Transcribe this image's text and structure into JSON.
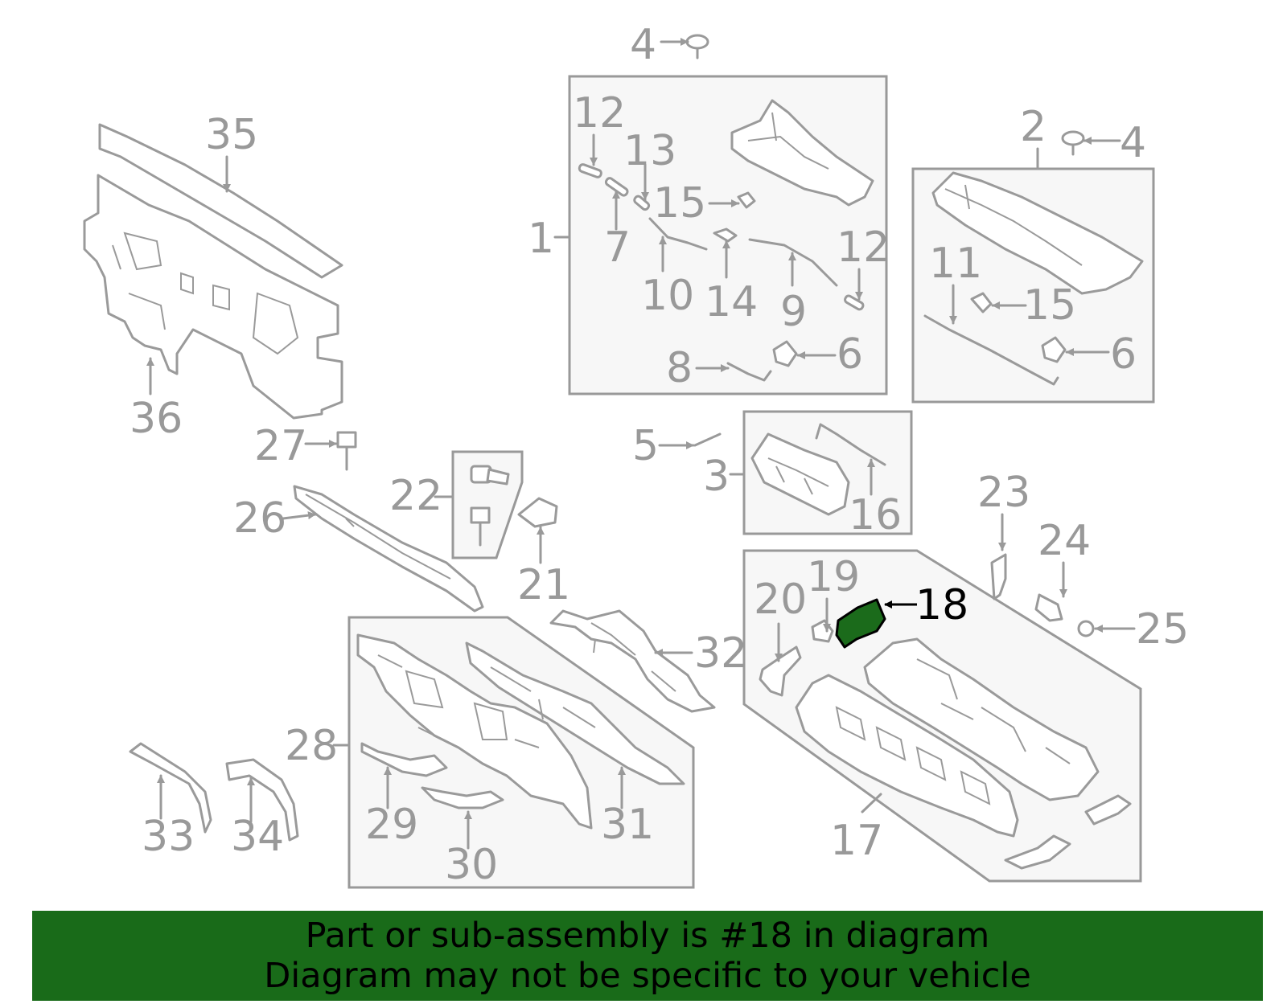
{
  "highlight_color": "#196b19",
  "highlighted_part": "18",
  "callouts": {
    "c1": "1",
    "c2": "2",
    "c3": "3",
    "c4a": "4",
    "c4b": "4",
    "c5": "5",
    "c6a": "6",
    "c6b": "6",
    "c7": "7",
    "c8": "8",
    "c9": "9",
    "c10": "10",
    "c11": "11",
    "c12a": "12",
    "c12b": "12",
    "c13": "13",
    "c14": "14",
    "c15a": "15",
    "c15b": "15",
    "c16": "16",
    "c17": "17",
    "c18": "18",
    "c19": "19",
    "c20": "20",
    "c21": "21",
    "c22": "22",
    "c23": "23",
    "c24": "24",
    "c25": "25",
    "c26": "26",
    "c27": "27",
    "c28": "28",
    "c29": "29",
    "c30": "30",
    "c31": "31",
    "c32": "32",
    "c33": "33",
    "c34": "34",
    "c35": "35",
    "c36": "36"
  },
  "banner": {
    "line1": "Part or sub-assembly is #18 in diagram",
    "line2": "Diagram may not be specific to your vehicle"
  }
}
